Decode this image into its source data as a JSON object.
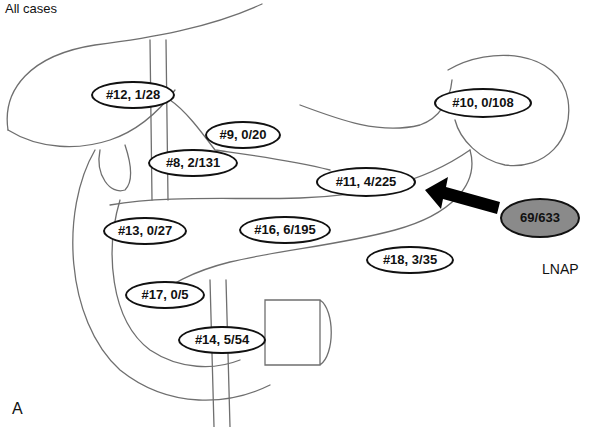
{
  "diagram": {
    "nodes": [
      {
        "text": [
          "#12, 1/28"
        ]
      },
      {
        "text": [
          "#10, 0/108"
        ]
      },
      {
        "text": [
          "#9, 0/20"
        ]
      },
      {
        "text": [
          "#8, 2/131"
        ]
      },
      {
        "text": [
          "#11, 4/225"
        ]
      },
      {
        "text": [
          "69/633"
        ]
      },
      {
        "text": [
          "#13, 0/27"
        ]
      },
      {
        "text": [
          "#16, 6/195"
        ]
      },
      {
        "text": [
          "#18, 3/35"
        ]
      },
      {
        "text": [
          "#17, 0/5"
        ]
      },
      {
        "text": [
          "#14, 5/54"
        ]
      }
    ],
    "labels": [
      "All cases",
      "LNAP",
      "A"
    ]
  }
}
